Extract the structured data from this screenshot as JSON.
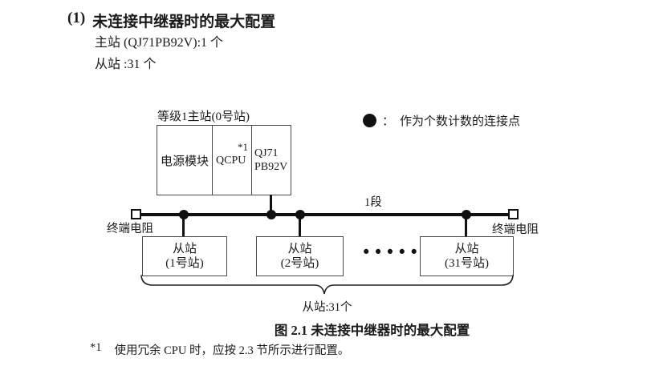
{
  "colors": {
    "ink": "#1a1a1a",
    "line": "#111111",
    "box_border": "#4a4a4a",
    "background": "#ffffff"
  },
  "header": {
    "index": "(1)",
    "title": "未连接中继器时的最大配置",
    "master_count_line": "主站 (QJ71PB92V):1 个",
    "slave_count_line": "从站 :31 个"
  },
  "legend": {
    "symbol": "black-dot",
    "colon": "：",
    "text": "作为个数计数的连接点"
  },
  "master": {
    "label": "等级1主站(0号站)",
    "cells": {
      "power": "电源模块",
      "cpu": "QCPU",
      "cpu_note": "*1",
      "pb_line1": "QJ71",
      "pb_line2": "PB92V"
    }
  },
  "bus": {
    "segment_label": "1段",
    "terminator_left": "终端电阻",
    "terminator_right": "终端电阻"
  },
  "slaves": [
    {
      "line1": "从站",
      "line2": "(1号站)"
    },
    {
      "line1": "从站",
      "line2": "(2号站)"
    },
    {
      "line1": "从站",
      "line2": "(31号站)"
    }
  ],
  "ellipsis": "••••••",
  "brace_label": "从站:31个",
  "caption": "图 2.1 未连接中继器时的最大配置",
  "footnote": {
    "marker": "*1",
    "text": "使用冗余 CPU 时，应按 2.3 节所示进行配置。"
  }
}
